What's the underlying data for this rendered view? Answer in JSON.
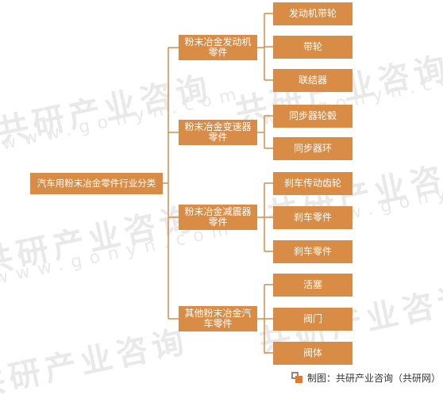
{
  "root": "汽车用粉末冶金零件行业分类",
  "categories": [
    {
      "label": "粉末冶金发动机零件",
      "items": [
        "发动机带轮",
        "带轮",
        "联结器"
      ]
    },
    {
      "label": "粉末冶金变速器零件",
      "items": [
        "同步器轮毂",
        "同步器环"
      ]
    },
    {
      "label": "粉末冶金减震器零件",
      "items": [
        "刹车传动齿轮",
        "刹车零件",
        "刹车零件"
      ]
    },
    {
      "label": "其他粉末冶金汽车零件",
      "items": [
        "活塞",
        "阀门",
        "阀体"
      ]
    }
  ],
  "footer": {
    "credit": "制图：共研产业咨询（共研网）"
  },
  "watermark": {
    "cn": "共研产业咨询",
    "en": "www.gonyn.com"
  },
  "colors": {
    "box_fill": "#d98c46",
    "box_text": "#ffffff",
    "connector": "#d98c46",
    "logo_accent": "#e07a2e"
  }
}
